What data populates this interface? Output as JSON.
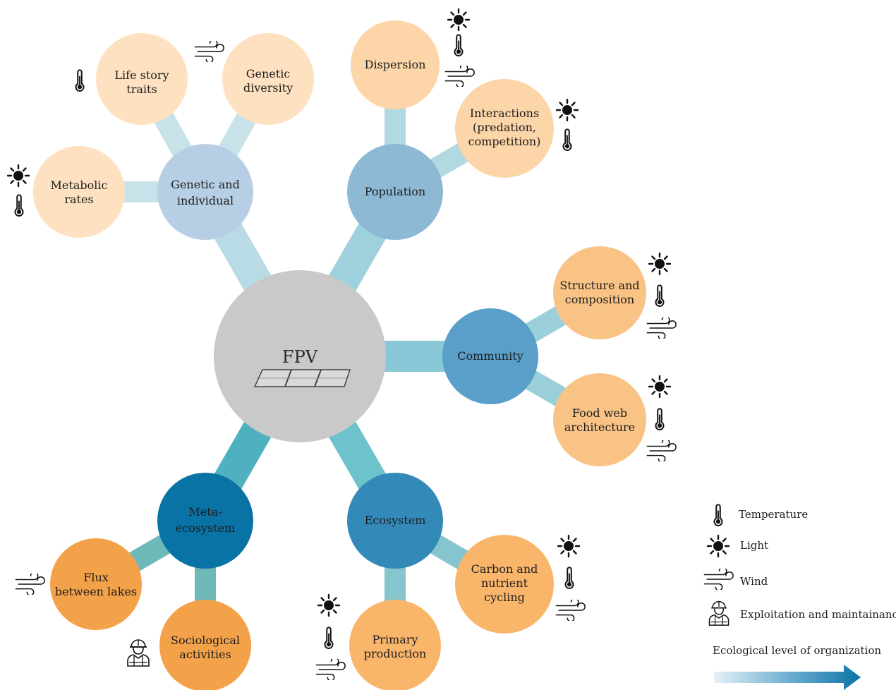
{
  "colors": {
    "center": "#c9c9c9",
    "genetic": "#b7cfe5",
    "population": "#8db9d5",
    "community": "#5a9fc9",
    "ecosystem": "#338ab9",
    "meta": "#0a73a6",
    "leaf_light": "#fde1c1",
    "leaf_mid": "#fccf99",
    "leaf_strong": "#f9b56a",
    "leaf_deep": "#f4a24a",
    "link": "#6dc2cc"
  },
  "diagram": {
    "center": {
      "line1": "FPV"
    },
    "branches": {
      "genetic": {
        "line1": "Genetic and",
        "line2": "individual"
      },
      "population": {
        "line1": "Population"
      },
      "community": {
        "line1": "Community"
      },
      "ecosystem": {
        "line1": "Ecosystem"
      },
      "meta": {
        "line1": "Meta-",
        "line2": "ecosystem"
      }
    },
    "leaves": {
      "life_story": {
        "line1": "Life story",
        "line2": "traits"
      },
      "genetic_diversity": {
        "line1": "Genetic",
        "line2": "diversity"
      },
      "metabolic": {
        "line1": "Metabolic",
        "line2": "rates"
      },
      "dispersion": {
        "line1": "Dispersion"
      },
      "interactions": {
        "line1": "Interactions",
        "line2": "(predation,",
        "line3": "competition)"
      },
      "structure": {
        "line1": "Structure and",
        "line2": "composition"
      },
      "food_web": {
        "line1": "Food web",
        "line2": "architecture"
      },
      "carbon": {
        "line1": "Carbon and",
        "line2": "nutrient",
        "line3": "cycling"
      },
      "primary": {
        "line1": "Primary",
        "line2": "production"
      },
      "flux": {
        "line1": "Flux",
        "line2": "between lakes"
      },
      "socio": {
        "line1": "Sociological",
        "line2": "activities"
      }
    }
  },
  "legend": {
    "temperature": "Temperature",
    "light": "Light",
    "wind": "Wind",
    "exploitation": "Exploitation and maintainance",
    "arrow_label": "Ecological level of  organization"
  }
}
